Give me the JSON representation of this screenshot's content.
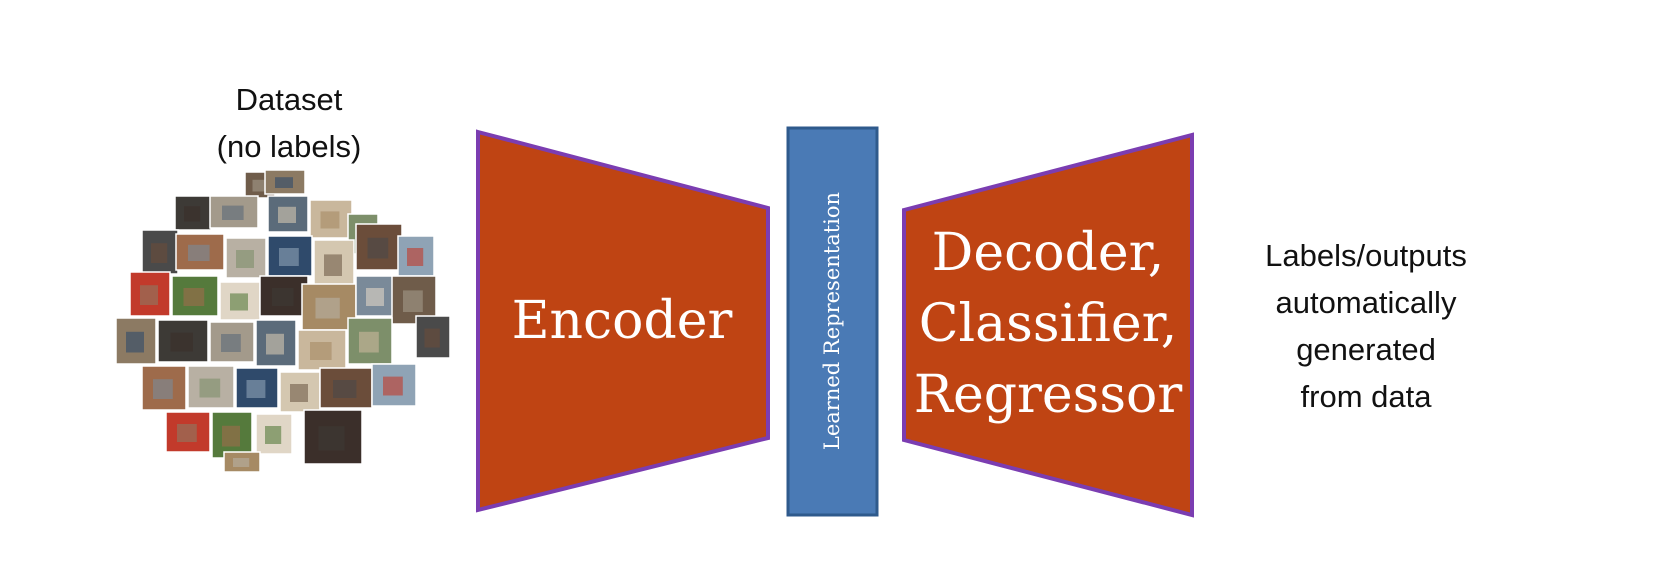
{
  "dataset": {
    "title_line1": "Dataset",
    "title_line2": "(no labels)",
    "thumbnail_colors": [
      "#6f5c4a",
      "#8c7a63",
      "#3d3a36",
      "#a39a8b",
      "#5b6b7a",
      "#c9b79c",
      "#7d8f6a",
      "#4a4a4a",
      "#9e6b4b",
      "#b8b0a3",
      "#2f4a6b",
      "#d4c7b0",
      "#6b4d3a",
      "#8fa3b5",
      "#c23a2b",
      "#557a3c",
      "#e0d6c6",
      "#3b2f2a",
      "#a68a64",
      "#7a8a99"
    ]
  },
  "encoder": {
    "label": "Encoder",
    "fill": "#bf4413",
    "stroke": "#7b3db1"
  },
  "representation": {
    "label": "Learned Representation",
    "fill": "#4a7ab5",
    "stroke": "#2f5a8c"
  },
  "decoder": {
    "line1": "Decoder,",
    "line2": "Classifier,",
    "line3": "Regressor",
    "fill": "#bf4413",
    "stroke": "#7b3db1"
  },
  "outputs": {
    "line1": "Labels/outputs",
    "line2": "automatically",
    "line3": "generated",
    "line4": "from data"
  }
}
